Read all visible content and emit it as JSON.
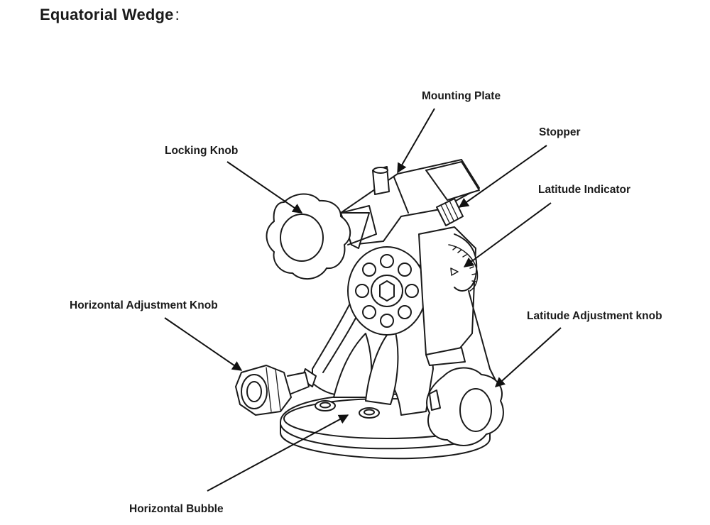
{
  "title": "Equatorial Wedge",
  "title_colon": ":",
  "labels": {
    "mounting_plate": "Mounting Plate",
    "stopper": "Stopper",
    "locking_knob": "Locking Knob",
    "latitude_indicator": "Latitude Indicator",
    "horizontal_adjustment_knob": "Horizontal Adjustment Knob",
    "latitude_adjustment_knob": "Latitude Adjustment knob",
    "horizontal_bubble": "Horizontal Bubble"
  }
}
